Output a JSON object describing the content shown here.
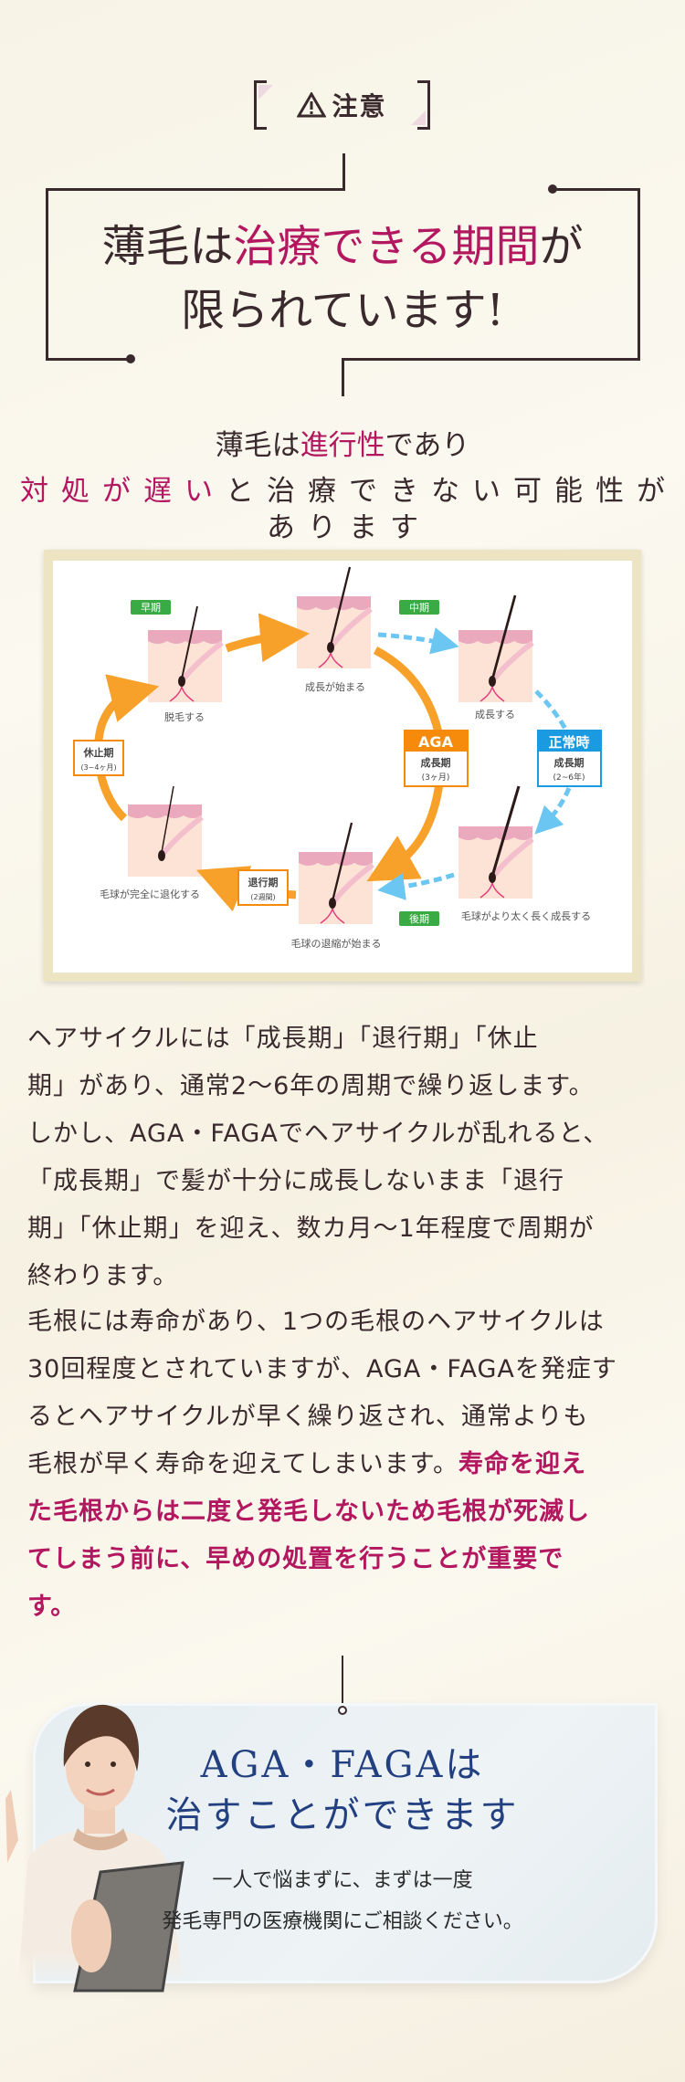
{
  "notice_label": {
    "icon": "warning-icon",
    "text": "注意"
  },
  "headline": {
    "line1": [
      {
        "text": "薄毛は",
        "emph": false
      },
      {
        "text": "治療できる期間",
        "emph": true
      },
      {
        "text": "が",
        "emph": false
      }
    ],
    "line2": "限られています!"
  },
  "subheadline": {
    "line1": [
      {
        "text": "薄毛は",
        "emph": false
      },
      {
        "text": "進行性",
        "emph": true
      },
      {
        "text": "であり",
        "emph": false
      }
    ],
    "line2": [
      {
        "text": "対処が遅い",
        "emph": true
      },
      {
        "text": "と治療できない可能性があります",
        "emph": false
      }
    ]
  },
  "diagram": {
    "badges": {
      "early": "早期",
      "middle": "中期",
      "late": "後期"
    },
    "steps": {
      "shedding": "脱毛する",
      "growth_start": "成長が始まる",
      "growing": "成長する",
      "thicker": "毛球がより太く長く成長する",
      "shrink_start": "毛球の退縮が始まる",
      "regressed": "毛球が完全に退化する"
    },
    "aga": {
      "header": "AGA",
      "phase": "成長期",
      "duration": "(3ヶ月)"
    },
    "normal": {
      "header": "正常時",
      "phase": "成長期",
      "duration": "(2~6年)"
    },
    "telogen": {
      "phase": "休止期",
      "duration": "(3~4ヶ月)"
    },
    "catagen": {
      "phase": "退行期",
      "duration": "(2週間)"
    },
    "colors": {
      "orange": "#f7a12a",
      "blue": "#6cc6f2",
      "green": "#3aaa45",
      "aga": "#f58a0b",
      "normal": "#1a9ae0"
    }
  },
  "body": {
    "paragraph1": [
      [
        {
          "text": "ヘアサイクルには「成長期」「退行期」「休止",
          "emph": false
        }
      ],
      [
        {
          "text": "期」があり、通常2〜6年の周期で繰り返します。",
          "emph": false
        }
      ],
      [
        {
          "text": "しかし、AGA・FAGAでヘアサイクルが乱れると、",
          "emph": false
        }
      ],
      [
        {
          "text": "「成長期」で髪が十分に成長しないまま「退行",
          "emph": false
        }
      ],
      [
        {
          "text": "期」「休止期」を迎え、数カ月〜1年程度で周期が",
          "emph": false
        }
      ],
      [
        {
          "text": "終わります。",
          "emph": false
        }
      ]
    ],
    "paragraph2": [
      [
        {
          "text": "毛根には寿命があり、1つの毛根のヘアサイクルは",
          "emph": false
        }
      ],
      [
        {
          "text": "30回程度とされていますが、AGA・FAGAを発症す",
          "emph": false
        }
      ],
      [
        {
          "text": "るとヘアサイクルが早く繰り返され、通常よりも",
          "emph": false
        }
      ],
      [
        {
          "text": "毛根が早く寿命を迎えてしまいます。",
          "emph": false
        },
        {
          "text": "寿命を迎え",
          "emph": true
        }
      ],
      [
        {
          "text": "た毛根からは二度と発毛しないため毛根が死滅し",
          "emph": true
        }
      ],
      [
        {
          "text": "てしまう前に、早めの処置を行うことが重要で",
          "emph": true
        }
      ],
      [
        {
          "text": "す。",
          "emph": true
        }
      ]
    ]
  },
  "cta_card": {
    "title_line1": "AGA・FAGAは",
    "title_line2": "治すことができます",
    "sub_line1": "一人で悩まずに、まずは一度",
    "sub_line2": "発毛専門の医療機関にご相談ください。"
  },
  "colors": {
    "text": "#3a2a2e",
    "accent": "#b3175f",
    "navy": "#223f80"
  }
}
